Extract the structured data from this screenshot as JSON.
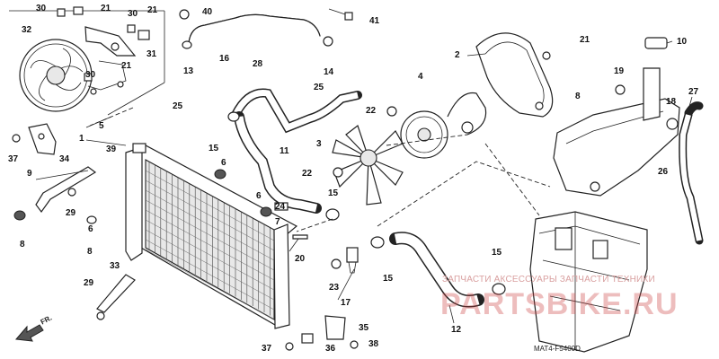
{
  "diagram": {
    "code": "MAT4-F5400D",
    "direction_label": "FR.",
    "watermark_text": "ЗАПЧАСТИ АКСЕССУАРЫ ЗАПЧАСТИ ТЕХНИКИ",
    "watermark_logo": "PARTSBIKE.RU",
    "colors": {
      "line": "#222222",
      "watermark": "#d9a0a0"
    }
  },
  "callouts": [
    {
      "id": "c30a",
      "label": "30"
    },
    {
      "id": "c21a",
      "label": "21"
    },
    {
      "id": "c30b",
      "label": "30"
    },
    {
      "id": "c21b",
      "label": "21"
    },
    {
      "id": "c40",
      "label": "40"
    },
    {
      "id": "c32",
      "label": "32"
    },
    {
      "id": "c31",
      "label": "31"
    },
    {
      "id": "c21c",
      "label": "21"
    },
    {
      "id": "c30c",
      "label": "30"
    },
    {
      "id": "c13",
      "label": "13"
    },
    {
      "id": "c16",
      "label": "16"
    },
    {
      "id": "c14",
      "label": "14"
    },
    {
      "id": "c41",
      "label": "41"
    },
    {
      "id": "c2",
      "label": "2"
    },
    {
      "id": "c21d",
      "label": "21"
    },
    {
      "id": "c10",
      "label": "10"
    },
    {
      "id": "c19",
      "label": "19"
    },
    {
      "id": "c8a",
      "label": "8"
    },
    {
      "id": "c18",
      "label": "18"
    },
    {
      "id": "c27",
      "label": "27"
    },
    {
      "id": "c26",
      "label": "26"
    },
    {
      "id": "c4",
      "label": "4"
    },
    {
      "id": "c25a",
      "label": "25"
    },
    {
      "id": "c25b",
      "label": "25"
    },
    {
      "id": "c28",
      "label": "28"
    },
    {
      "id": "c22a",
      "label": "22"
    },
    {
      "id": "c3",
      "label": "3"
    },
    {
      "id": "c22b",
      "label": "22"
    },
    {
      "id": "c15a",
      "label": "15"
    },
    {
      "id": "c11",
      "label": "11"
    },
    {
      "id": "c15b",
      "label": "15"
    },
    {
      "id": "c15c",
      "label": "15"
    },
    {
      "id": "c15d",
      "label": "15"
    },
    {
      "id": "c5",
      "label": "5"
    },
    {
      "id": "c1",
      "label": "1"
    },
    {
      "id": "c39",
      "label": "39"
    },
    {
      "id": "c37a",
      "label": "37"
    },
    {
      "id": "c34",
      "label": "34"
    },
    {
      "id": "c9",
      "label": "9"
    },
    {
      "id": "c29a",
      "label": "29"
    },
    {
      "id": "c8b",
      "label": "8"
    },
    {
      "id": "c6a",
      "label": "6"
    },
    {
      "id": "c6b",
      "label": "6"
    },
    {
      "id": "c24",
      "label": "24"
    },
    {
      "id": "c7",
      "label": "7"
    },
    {
      "id": "c8c",
      "label": "8"
    },
    {
      "id": "c6c",
      "label": "6"
    },
    {
      "id": "c20",
      "label": "20"
    },
    {
      "id": "c23",
      "label": "23"
    },
    {
      "id": "c17",
      "label": "17"
    },
    {
      "id": "c33",
      "label": "33"
    },
    {
      "id": "c29b",
      "label": "29"
    },
    {
      "id": "c12",
      "label": "12"
    },
    {
      "id": "c35",
      "label": "35"
    },
    {
      "id": "c36",
      "label": "36"
    },
    {
      "id": "c37b",
      "label": "37"
    },
    {
      "id": "c38",
      "label": "38"
    }
  ]
}
